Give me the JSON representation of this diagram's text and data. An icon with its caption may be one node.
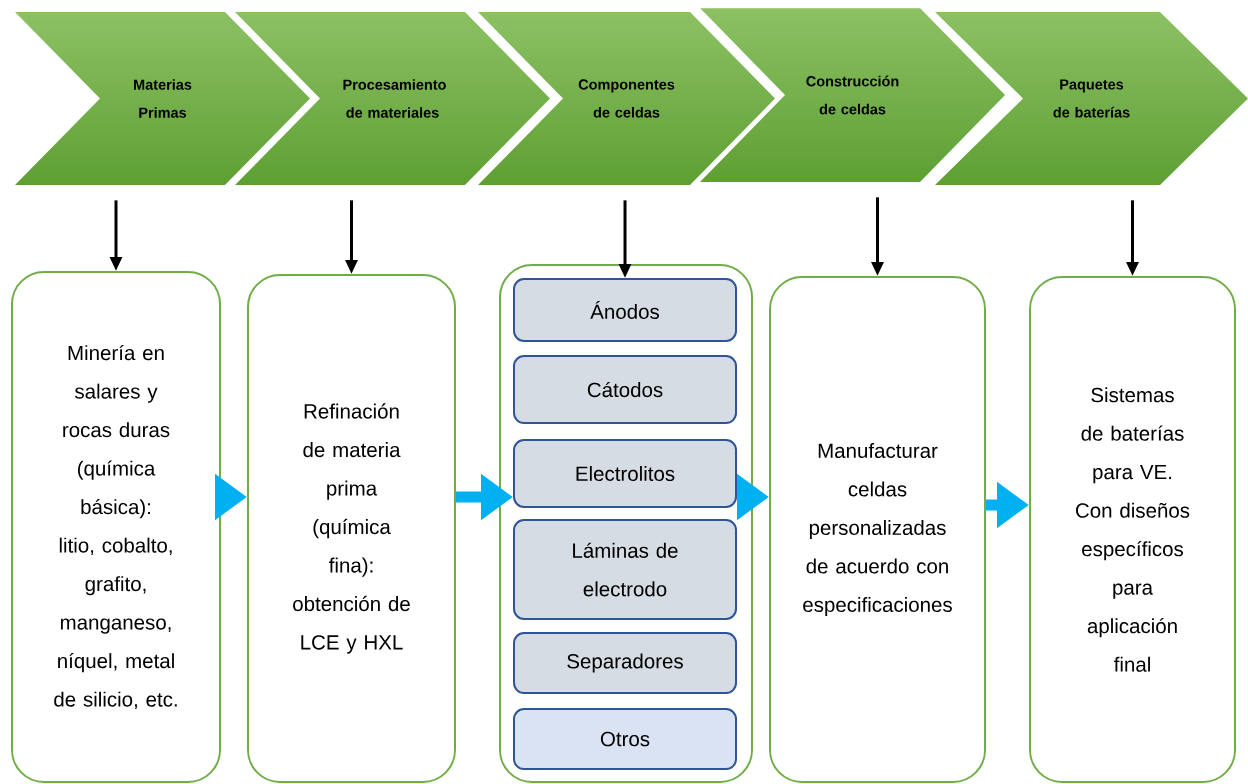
{
  "diagram": {
    "nodes": [
      {
        "text": [
          "Materias Primas"
        ]
      },
      {
        "text": [
          "Procesamiento de materiales"
        ]
      },
      {
        "text": [
          "Componentes de celdas"
        ]
      },
      {
        "text": [
          "Construcción de celdas"
        ]
      },
      {
        "text": [
          "Paquetes de baterías"
        ]
      },
      {
        "text": [
          "Minería en salares y rocas duras (química básica): litio, cobalto, grafito, manganeso, níquel, metal de silicio, etc."
        ]
      },
      {
        "text": [
          "Refinación de materia prima (química fina): obtención de LCE y HXL"
        ]
      },
      {
        "text": [],
        "shape": "box"
      },
      {
        "text": [
          "Ánodos"
        ],
        "in": 7
      },
      {
        "text": [
          "Cátodos"
        ],
        "in": 7
      },
      {
        "text": [
          "Electrolitos"
        ],
        "in": 7
      },
      {
        "text": [
          "Láminas de electrodo"
        ],
        "in": 7
      },
      {
        "text": [
          "Separadores"
        ],
        "in": 7
      },
      {
        "text": [
          "Otros"
        ],
        "in": 7
      },
      {
        "text": [
          "Manufacturar celdas personalizadas de acuerdo con especificaciones"
        ]
      },
      {
        "text": [
          "Sistemas de baterías para VE. Con diseños específicos para aplicación final"
        ]
      }
    ],
    "edges": [
      {
        "from": 0,
        "to": 5,
        "arrow": "to"
      },
      {
        "from": 1,
        "to": 6,
        "arrow": "to"
      },
      {
        "from": 2,
        "to": 8,
        "arrow": "to"
      },
      {
        "from": 3,
        "to": 14,
        "arrow": "to"
      },
      {
        "from": 4,
        "to": 15,
        "arrow": "to"
      },
      {
        "from": 5,
        "to": 6,
        "arrow": "to",
        "style": "thick",
        "color": "#00b0f0"
      },
      {
        "from": 6,
        "to": 10,
        "arrow": "to",
        "style": "thick",
        "color": "#00b0f0"
      },
      {
        "from": 10,
        "to": 14,
        "arrow": "to",
        "style": "thick",
        "color": "#00b0f0"
      },
      {
        "from": 14,
        "to": 15,
        "arrow": "to",
        "style": "thick",
        "color": "#00b0f0"
      }
    ]
  }
}
